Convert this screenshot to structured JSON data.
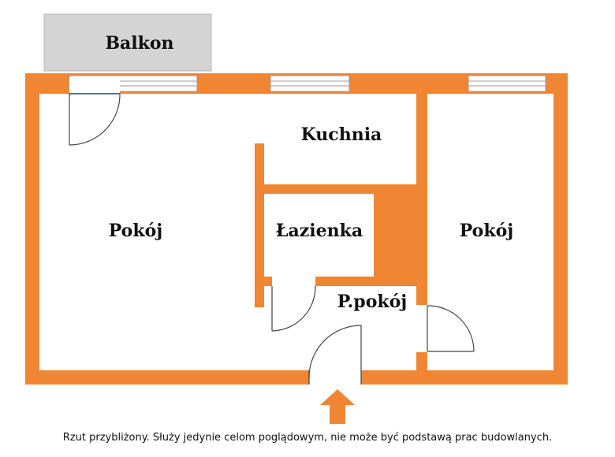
{
  "title": "",
  "colors": {
    "wall": "#F08534",
    "balcony": "#D4D4D4",
    "door": "#444444",
    "window": "#FFFFFF",
    "text": "#111111"
  },
  "rooms": {
    "balkon": "Balkon",
    "kuchnia": "Kuchnia",
    "pokoj_left": "Pokój",
    "lazienka": "Łazienka",
    "pokoj_right": "Pokój",
    "przedpokoj": "P.pokój"
  },
  "entrance": {
    "icon": "arrow-up-icon"
  },
  "disclaimer": "Rzut przybliżony. Służy jedynie celom poglądowym, nie może być podstawą prac budowlanych."
}
